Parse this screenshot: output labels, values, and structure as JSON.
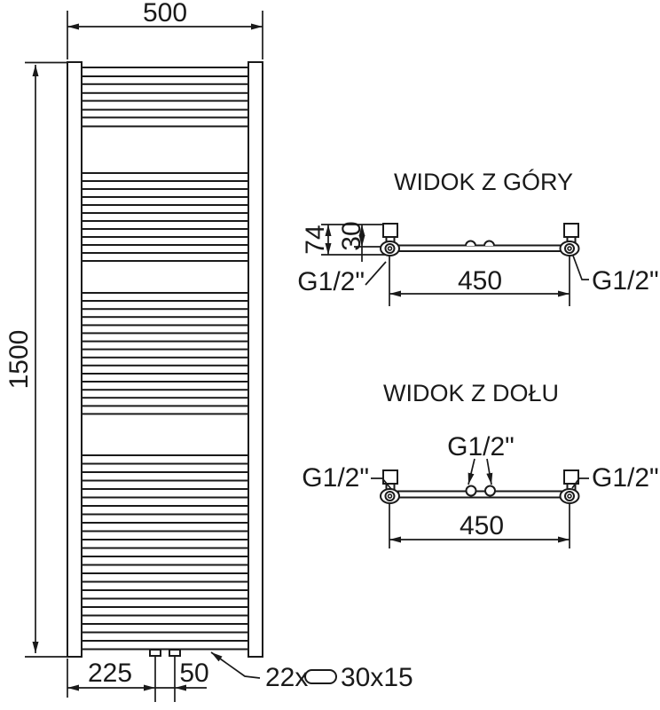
{
  "front_view": {
    "width": "500",
    "height": "1500",
    "bottom_left_offset": "225",
    "bottom_connection_spacing": "50",
    "tube_count": "22x",
    "tube_profile": "30x15"
  },
  "top_view": {
    "title": "WIDOK Z GÓRY",
    "depth": "74",
    "valve_offset": "30",
    "connection_spacing": "450",
    "left_connection": "G1/2\"",
    "right_connection": "G1/2\""
  },
  "bottom_view": {
    "title": "WIDOK Z DOŁU",
    "connection_spacing": "450",
    "left_connection": "G1/2\"",
    "right_connection": "G1/2\"",
    "center_connection": "G1/2\""
  },
  "colors": {
    "line": "#1a1a1a",
    "background": "#ffffff"
  }
}
